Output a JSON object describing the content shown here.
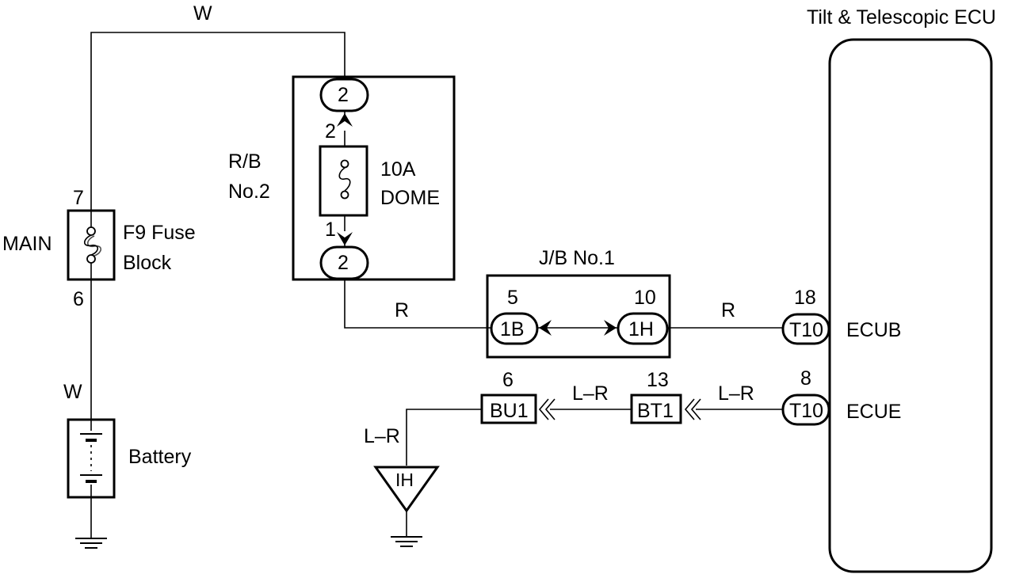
{
  "ecu": {
    "title": "Tilt & Telescopic ECU",
    "terminal_b": "ECUB",
    "terminal_e": "ECUE",
    "pin_b": "18",
    "pin_e": "8",
    "conn_b": "T10",
    "conn_e": "T10"
  },
  "wires": {
    "top": "W",
    "battery": "W",
    "rb_to_jb": "R",
    "jb_to_ecu": "R",
    "ecu_to_bt1": "L–R",
    "bt1_to_bu1": "L–R",
    "bu1_to_ground": "L–R"
  },
  "fuse_block": {
    "label_main": "MAIN",
    "name_line1": "F9 Fuse",
    "name_line2": "Block",
    "pin_top": "7",
    "pin_bottom": "6"
  },
  "battery": {
    "label": "Battery"
  },
  "relay_block": {
    "name_line1": "R/B",
    "name_line2": "No.2",
    "conn_top": "2",
    "conn_bottom": "2",
    "pin_top": "2",
    "pin_bottom": "1",
    "fuse_rating": "10A",
    "fuse_name": "DOME"
  },
  "junction_block": {
    "name": "J/B No.1",
    "pin_left": "5",
    "pin_right": "10",
    "conn_left": "1B",
    "conn_right": "1H"
  },
  "connectors": {
    "bt1": {
      "name": "BT1",
      "pin": "13"
    },
    "bu1": {
      "name": "BU1",
      "pin": "6"
    }
  },
  "ground": {
    "label": "IH"
  }
}
